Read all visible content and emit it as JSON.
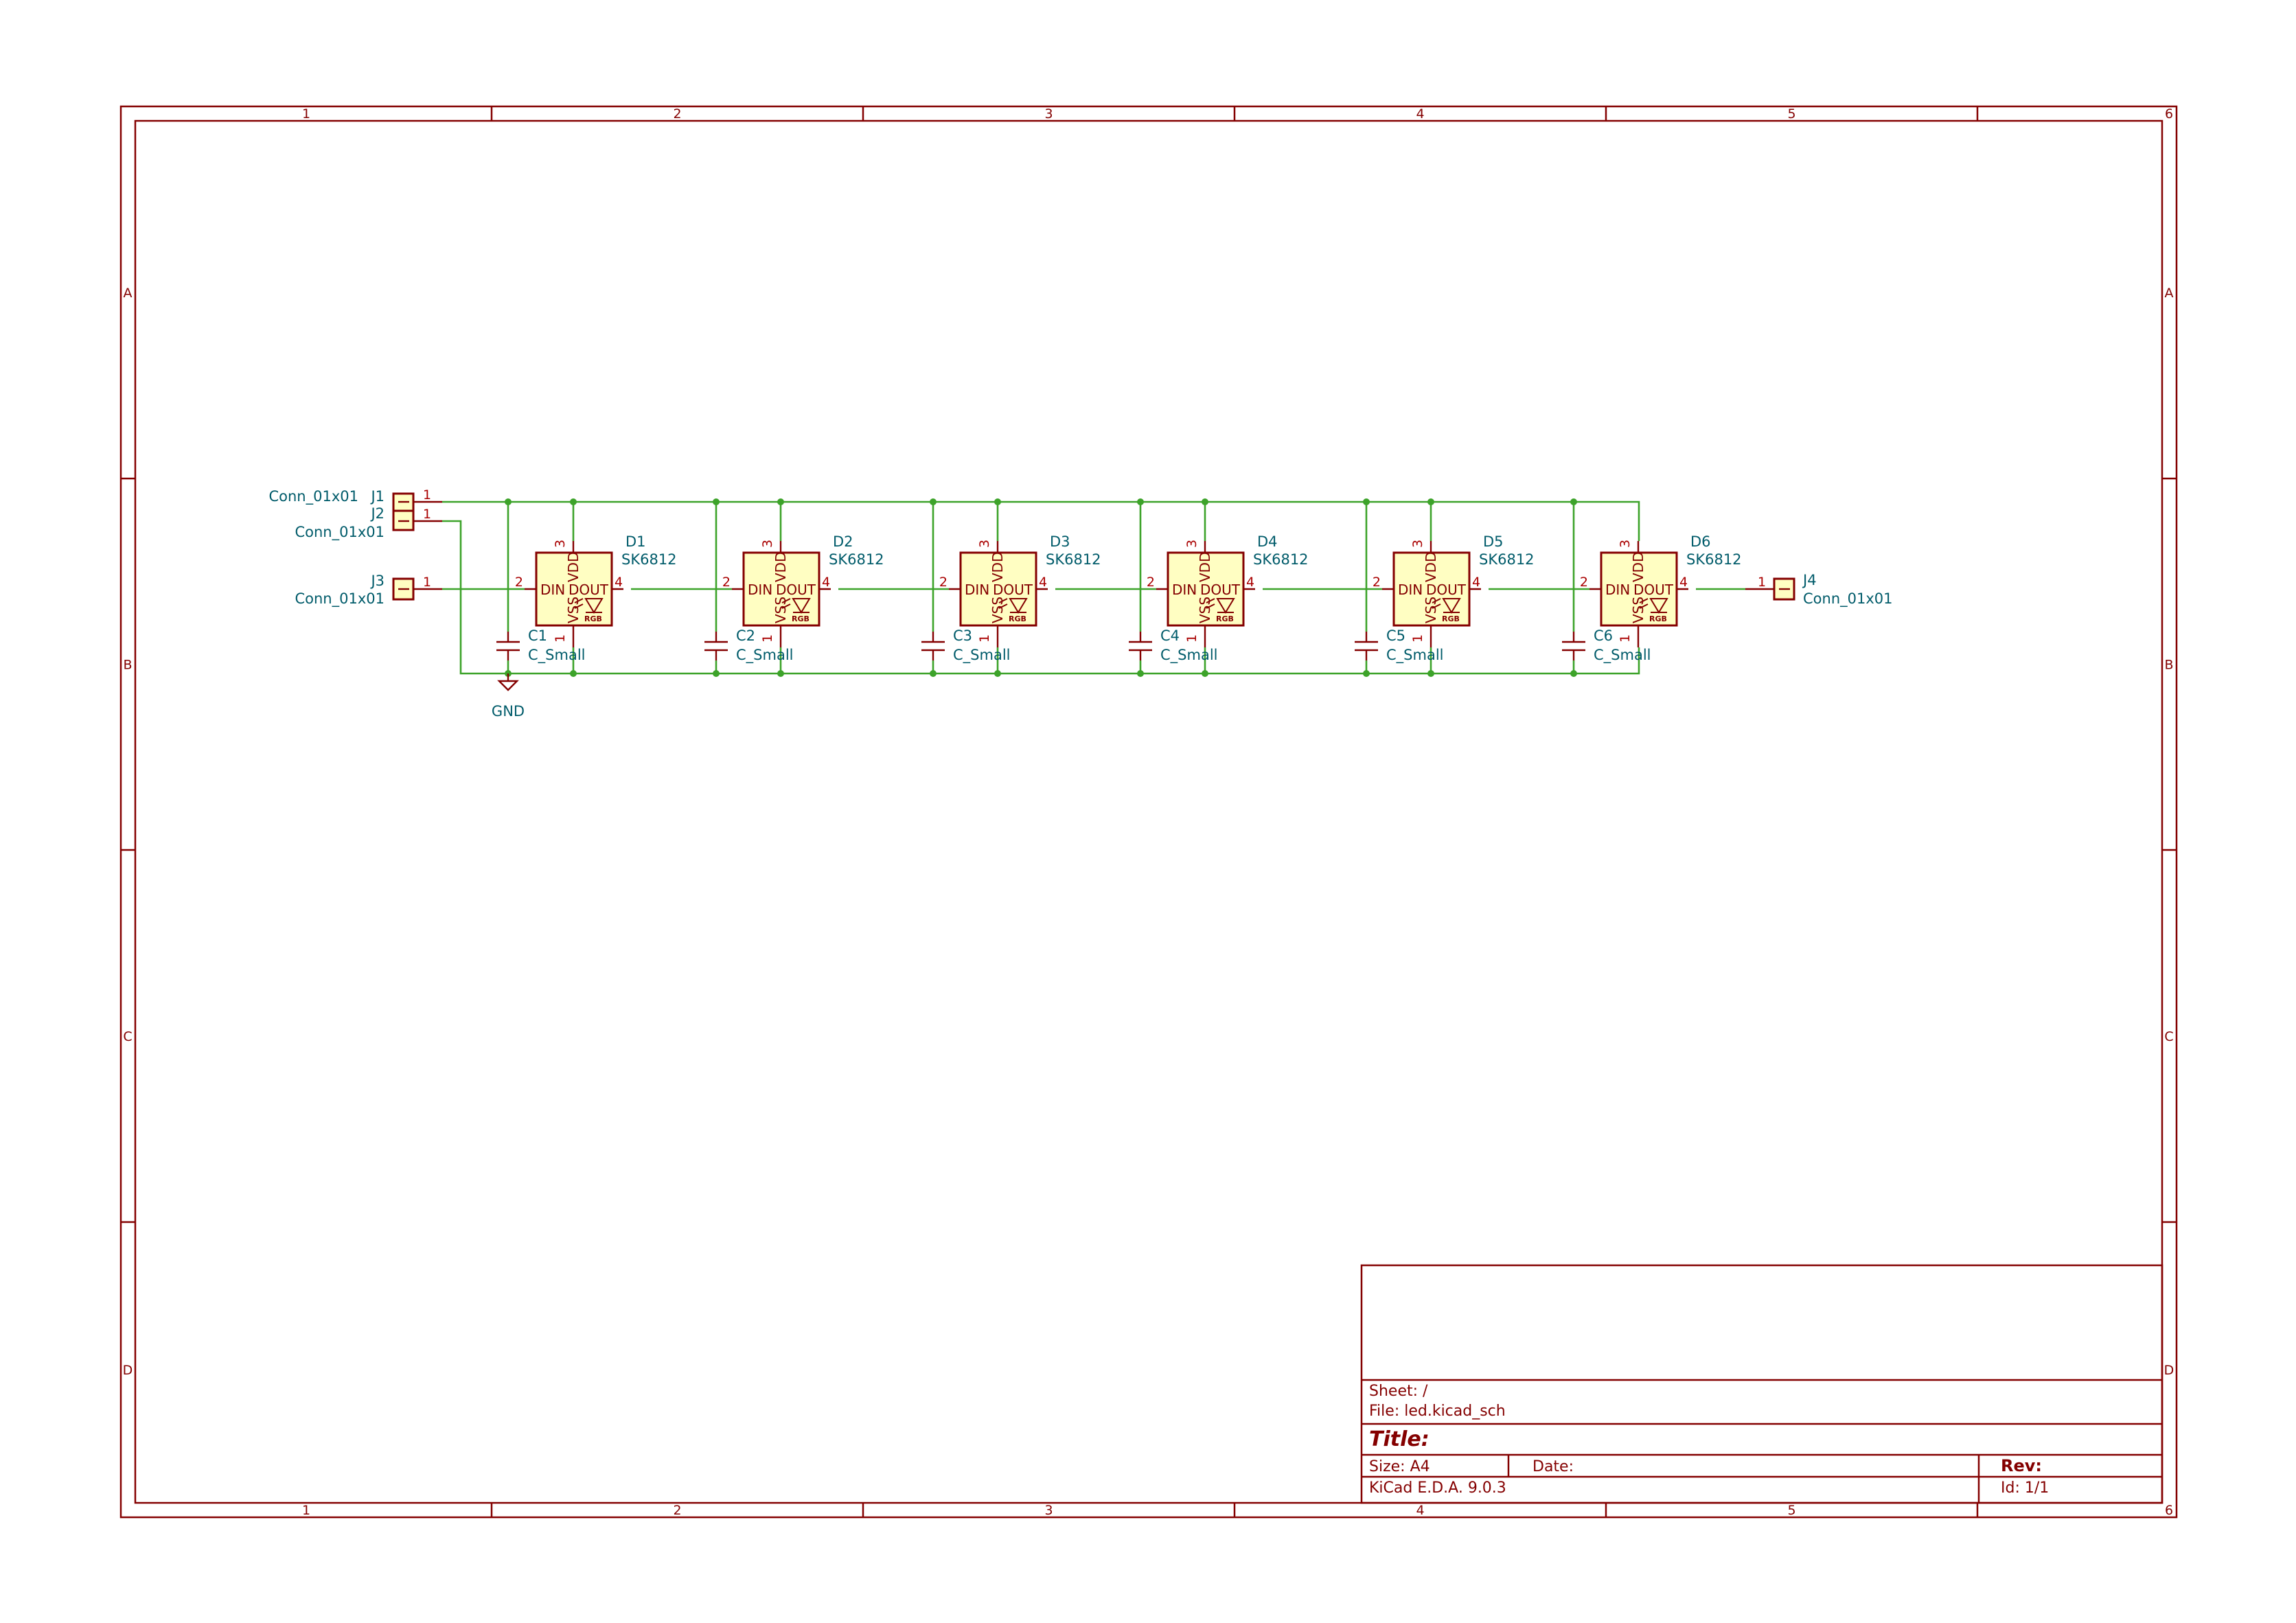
{
  "frame": {
    "columns": [
      "1",
      "2",
      "3",
      "4",
      "5",
      "6"
    ],
    "rows": [
      "A",
      "B",
      "C",
      "D"
    ]
  },
  "title_block": {
    "sheet_label": "Sheet: /",
    "file_label": "File: led.kicad_sch",
    "title_label": "Title:",
    "size_label": "Size: A4",
    "date_label": "Date:",
    "rev_label": "Rev:",
    "generator": "KiCad E.D.A. 9.0.3",
    "id_label": "Id: 1/1"
  },
  "connectors": [
    {
      "ref": "J1",
      "value": "Conn_01x01",
      "pin": "1"
    },
    {
      "ref": "J2",
      "value": "Conn_01x01",
      "pin": "1"
    },
    {
      "ref": "J3",
      "value": "Conn_01x01",
      "pin": "1"
    },
    {
      "ref": "J4",
      "value": "Conn_01x01",
      "pin": "1"
    }
  ],
  "leds": [
    {
      "ref": "D1",
      "value": "SK6812"
    },
    {
      "ref": "D2",
      "value": "SK6812"
    },
    {
      "ref": "D3",
      "value": "SK6812"
    },
    {
      "ref": "D4",
      "value": "SK6812"
    },
    {
      "ref": "D5",
      "value": "SK6812"
    },
    {
      "ref": "D6",
      "value": "SK6812"
    }
  ],
  "led_pins": {
    "din": "DIN",
    "dout": "DOUT",
    "vdd": "VDD",
    "vss": "VSS",
    "rgb": "RGB",
    "din_num": "2",
    "dout_num": "4",
    "vdd_num": "3",
    "vss_num": "1"
  },
  "capacitors": [
    {
      "ref": "C1",
      "value": "C_Small"
    },
    {
      "ref": "C2",
      "value": "C_Small"
    },
    {
      "ref": "C3",
      "value": "C_Small"
    },
    {
      "ref": "C4",
      "value": "C_Small"
    },
    {
      "ref": "C5",
      "value": "C_Small"
    },
    {
      "ref": "C6",
      "value": "C_Small"
    }
  ],
  "power": {
    "gnd_label": "GND"
  },
  "colors": {
    "frame": "#840000",
    "wire": "#3da32a",
    "symbol_fill": "#fffec2",
    "reference_text": "#005b6a",
    "pin_number": "#a90000"
  }
}
